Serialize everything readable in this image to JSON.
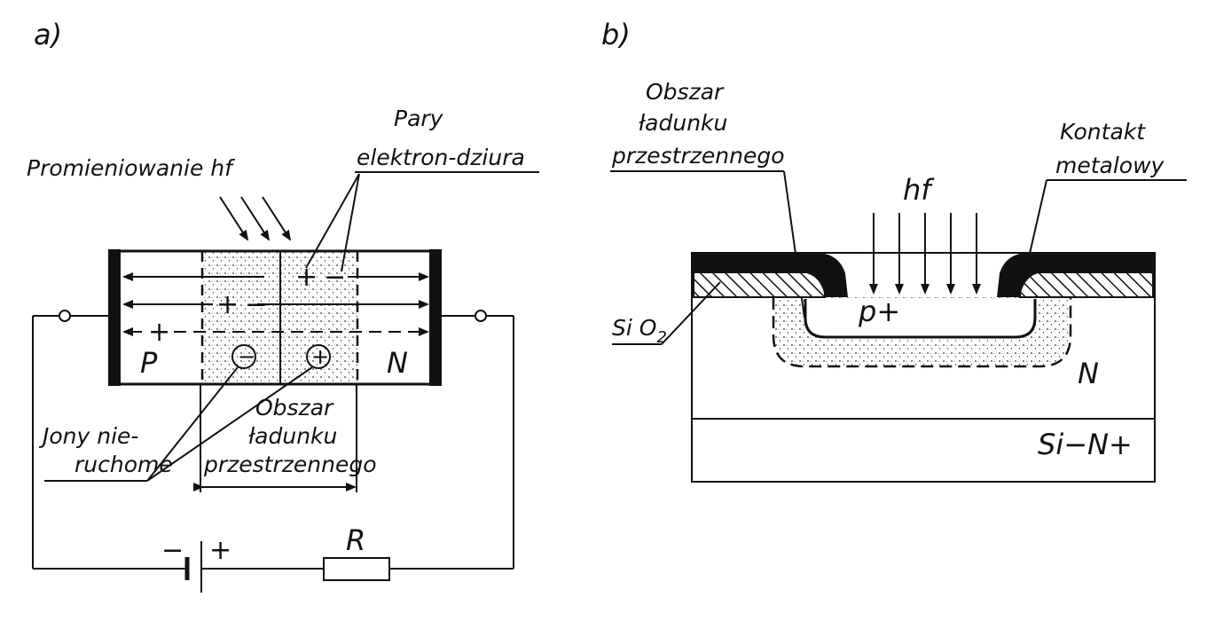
{
  "panel_a": {
    "label": "a)",
    "radiation": "Promieniowanie hf",
    "pairs_line1": "Pary",
    "pairs_line2": "elektron-dziura",
    "p_region": "P",
    "n_region": "N",
    "ions_line1": "Jony nie-",
    "ions_line2": "ruchome",
    "space_charge_line1": "Obszar",
    "space_charge_line2": "ładunku",
    "space_charge_line3": "przestrzennego",
    "battery_minus": "−",
    "battery_plus": "+",
    "resistor": "R",
    "ion_negative": "−",
    "ion_positive": "+",
    "carrier_plus": "+",
    "carrier_minus": "−"
  },
  "panel_b": {
    "label": "b)",
    "space_charge_line1": "Obszar",
    "space_charge_line2": "ładunku",
    "space_charge_line3": "przestrzennego",
    "contact_line1": "Kontakt",
    "contact_line2": "metalowy",
    "radiation": "hf",
    "oxide": "Si O",
    "oxide_sub": "2",
    "p_plus": "p+",
    "n_region": "N",
    "substrate": "Si−N+"
  }
}
